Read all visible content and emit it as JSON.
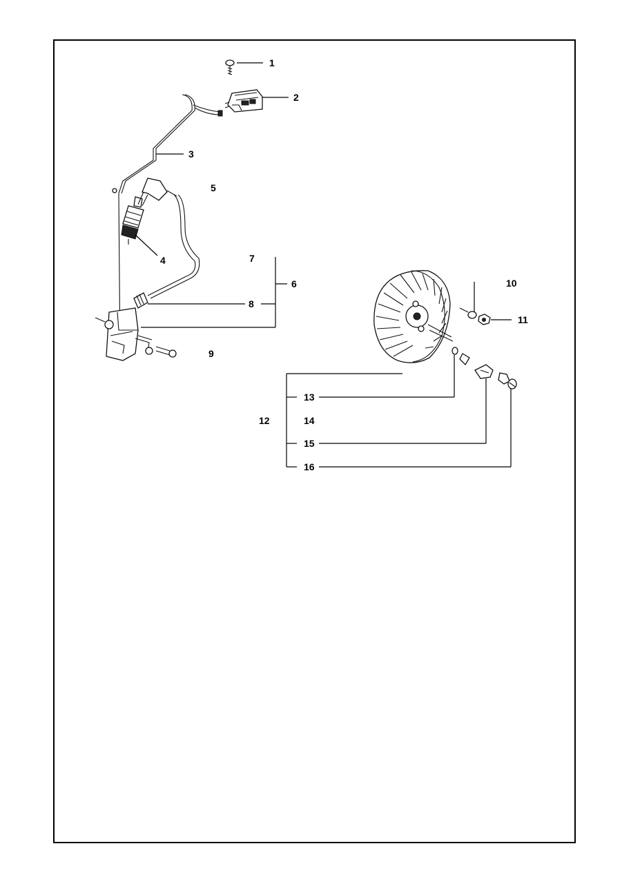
{
  "colors": {
    "line": "#000000",
    "background": "#ffffff"
  },
  "diagram": {
    "labels": {
      "p1": "1",
      "p2": "2",
      "p3": "3",
      "p4": "4",
      "p5": "5",
      "p6": "6",
      "p7": "7",
      "p8": "8",
      "p9": "9",
      "p10": "10",
      "p11": "11",
      "p12": "12",
      "p13": "13",
      "p14": "14",
      "p15": "15",
      "p16": "16"
    }
  }
}
